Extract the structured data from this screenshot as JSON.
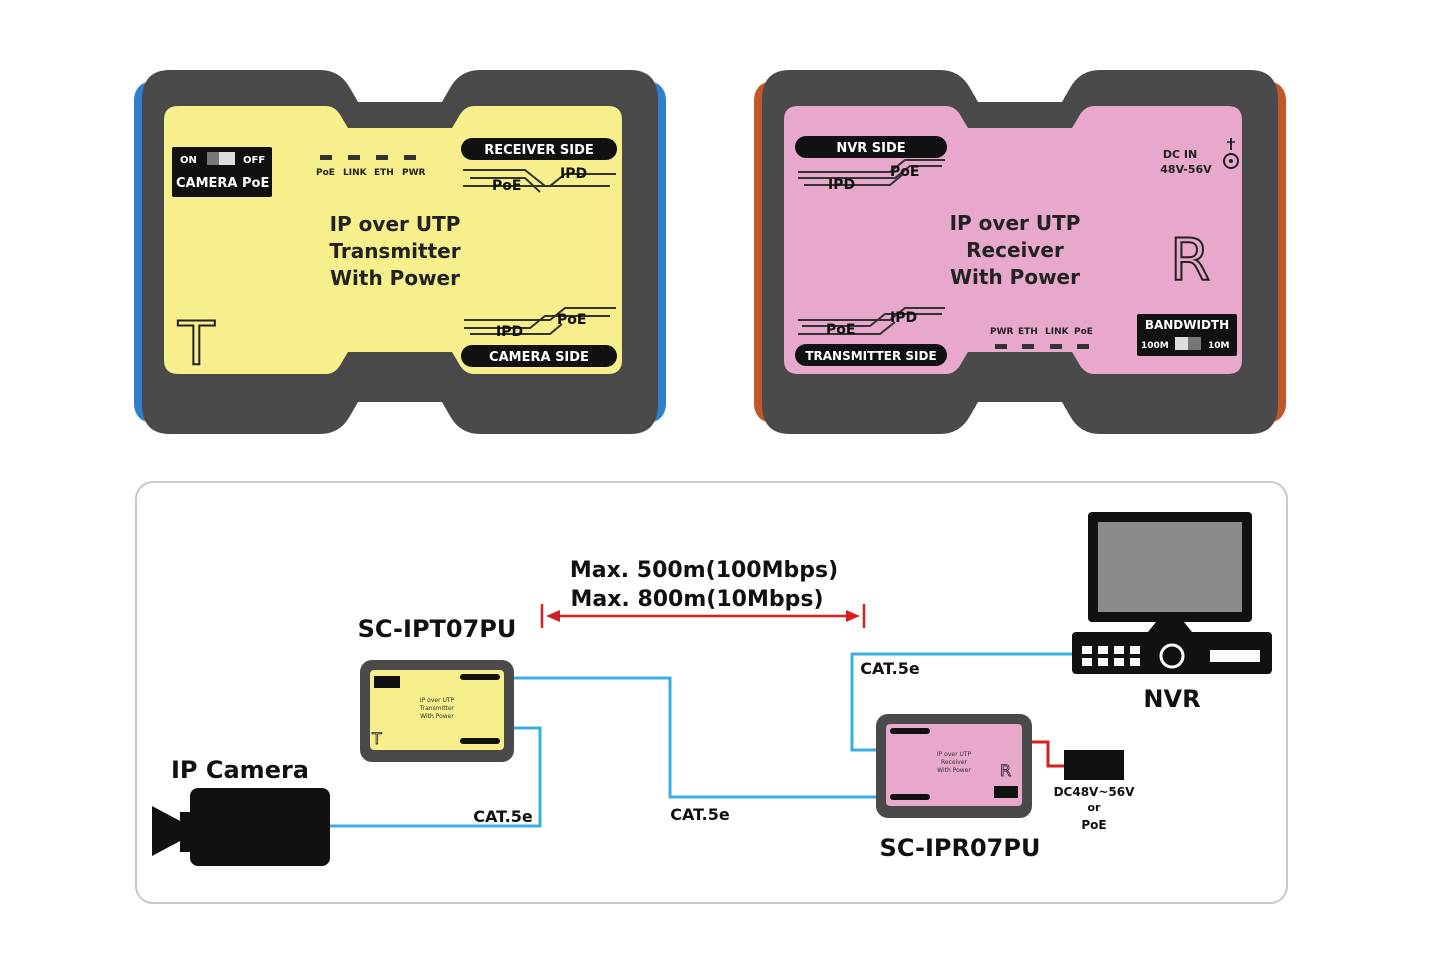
{
  "colors": {
    "transmitter_face": "#f6ef8c",
    "receiver_face": "#e8a8cc",
    "housing": "#4a4a4a",
    "transmitter_accent": "#2f7fd0",
    "receiver_accent": "#c0582a",
    "cable": "#3aaee0",
    "distance_arrow": "#d42020",
    "power_line": "#d42020"
  },
  "transmitter": {
    "switch_on": "ON",
    "switch_off": "OFF",
    "switch_label": "CAMERA PoE",
    "leds": [
      "PoE",
      "LINK",
      "ETH",
      "PWR"
    ],
    "top_tag": "RECEIVER SIDE",
    "top_ipd": "IPD",
    "top_poe": "PoE",
    "bottom_ipd": "IPD",
    "bottom_poe": "PoE",
    "bottom_tag": "CAMERA SIDE",
    "title": [
      "IP over UTP",
      "Transmitter",
      "With Power"
    ],
    "letter": "T"
  },
  "receiver": {
    "top_tag": "NVR SIDE",
    "top_ipd": "IPD",
    "top_poe": "PoE",
    "dc_in": [
      "DC IN",
      "48V-56V"
    ],
    "title": [
      "IP over UTP",
      "Receiver",
      "With Power"
    ],
    "letter": "R",
    "bottom_ipd": "IPD",
    "bottom_poe": "PoE",
    "bottom_tag": "TRANSMITTER SIDE",
    "leds": [
      "PWR",
      "ETH",
      "LINK",
      "PoE"
    ],
    "bandwidth_label": "BANDWIDTH",
    "bandwidth_left": "100M",
    "bandwidth_right": "10M"
  },
  "diagram": {
    "distance_line1": "Max. 500m(100Mbps)",
    "distance_line2": "Max. 800m(10Mbps)",
    "transmitter_model": "SC-IPT07PU",
    "receiver_model": "SC-IPR07PU",
    "camera_label": "IP Camera",
    "nvr_label": "NVR",
    "cable_camera": "CAT.5e",
    "cable_middle": "CAT.5e",
    "cable_nvr": "CAT.5e",
    "power_label": [
      "DC48V~56V",
      "or",
      "PoE"
    ]
  }
}
